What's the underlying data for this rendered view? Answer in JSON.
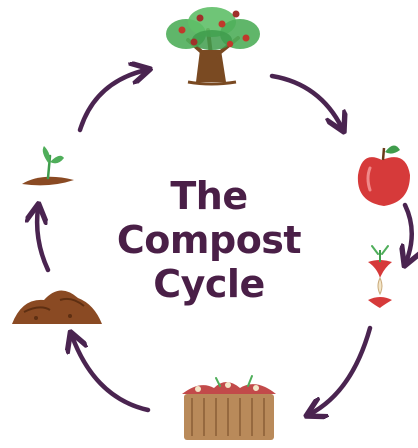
{
  "title": {
    "lines": [
      "The",
      "Compost",
      "Cycle"
    ]
  },
  "colors": {
    "title": "#4a1f47",
    "arrow": "#4a2450",
    "tree_foliage": "#4fae5a",
    "tree_trunk": "#7a4a22",
    "apple": "#d63a3a",
    "soil": "#8a4a23",
    "bin": "#b98a5a"
  },
  "stages": [
    {
      "icon": "apple-tree-icon"
    },
    {
      "icon": "apple-icon"
    },
    {
      "icon": "apple-core-icon"
    },
    {
      "icon": "compost-bin-icon"
    },
    {
      "icon": "soil-pile-icon"
    },
    {
      "icon": "seedling-icon"
    }
  ]
}
